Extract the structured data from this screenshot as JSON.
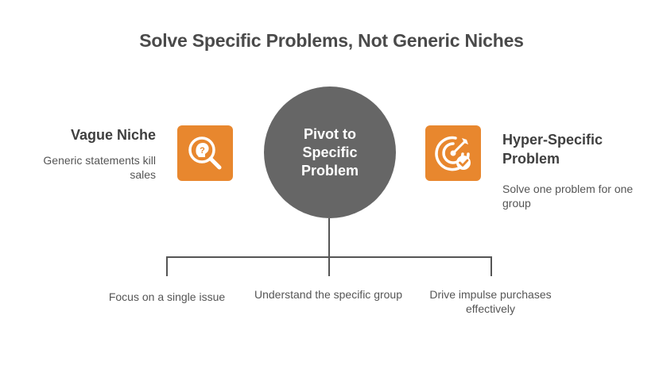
{
  "title": "Solve Specific Problems, Not Generic Niches",
  "left": {
    "heading": "Vague Niche",
    "description": "Generic statements kill sales",
    "icon": "search-question-icon"
  },
  "center": {
    "label": "Pivot to Specific Problem"
  },
  "right": {
    "heading": "Hyper-Specific Problem",
    "description": "Solve one problem for one group",
    "icon": "target-check-icon"
  },
  "branches": [
    "Focus on a single issue",
    "Understand the specific group",
    "Drive impulse purchases effectively"
  ],
  "colors": {
    "accent": "#e8872e",
    "circle": "#666666",
    "line": "#555555"
  }
}
